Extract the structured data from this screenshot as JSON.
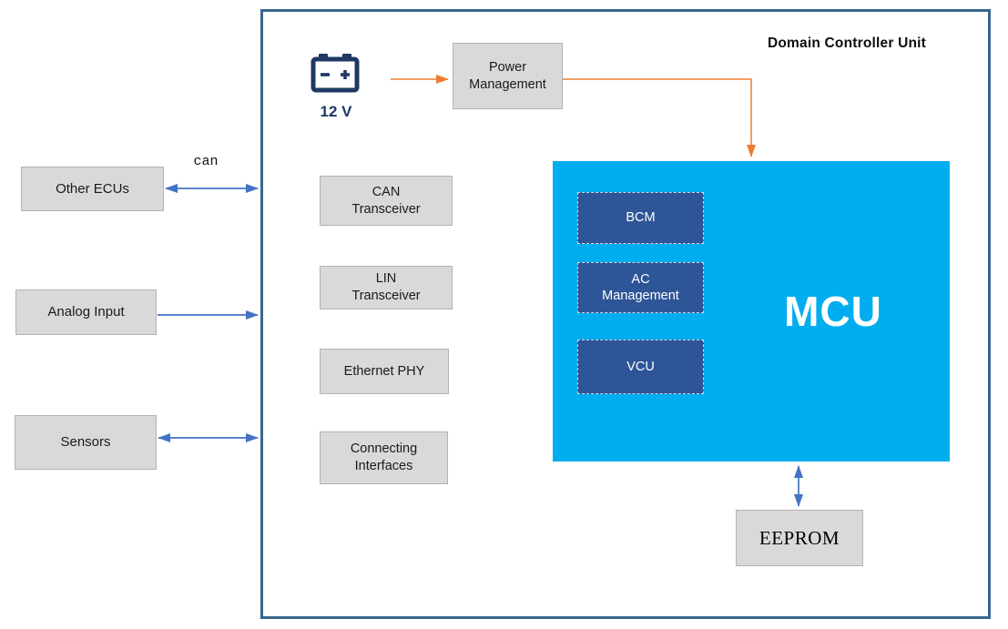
{
  "colors": {
    "container_border": "#38668F",
    "gray_box_fill": "#D9D9D9",
    "gray_box_border": "#B3B3B3",
    "mcu_fill": "#00ADEF",
    "submodule_fill": "#2E5597",
    "arrow_blue": "#4472C4",
    "arrow_orange": "#ED7D31",
    "battery_navy": "#1F3864"
  },
  "diagram": {
    "title": "Domain Controller Unit",
    "bus_label": "can",
    "external_nodes": [
      {
        "label": "Other ECUs"
      },
      {
        "label": "Analog Input"
      },
      {
        "label": "Sensors"
      }
    ],
    "battery": {
      "label": "12 V",
      "icon": "battery-icon"
    },
    "power_management": {
      "label": "Power\nManagement"
    },
    "interface_modules": [
      {
        "label": "CAN\nTransceiver"
      },
      {
        "label": "LIN\nTransceiver"
      },
      {
        "label": "Ethernet PHY"
      },
      {
        "label": "Connecting\nInterfaces"
      }
    ],
    "mcu": {
      "label": "MCU",
      "submodules": [
        {
          "label": "BCM"
        },
        {
          "label": "AC\nManagement"
        },
        {
          "label": "VCU"
        }
      ]
    },
    "eeprom": {
      "label": "EEPROM"
    }
  }
}
